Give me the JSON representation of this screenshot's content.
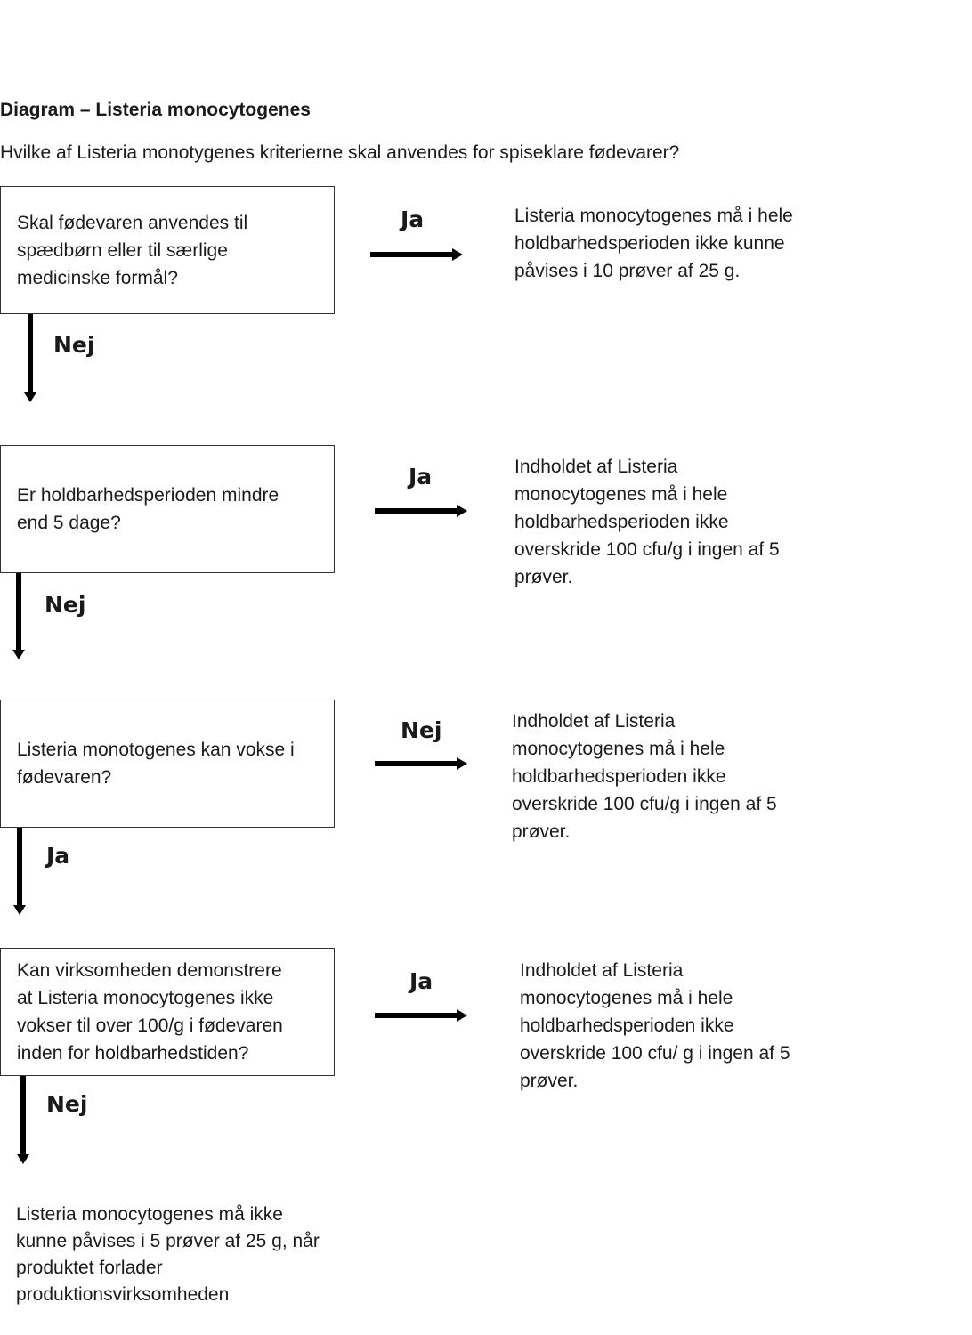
{
  "title": "Diagram  – Listeria monocytogenes",
  "question": "Hvilke af Listeria monotygenes kriterierne skal anvendes for spiseklare fødevarer?",
  "steps": [
    {
      "question": "Skal fødevaren anvendes til\nspædbørn eller til særlige\nmedicinske formål?",
      "side_label": "Ja",
      "result": "Listeria monocytogenes må i hele\nholdbarhedsperioden ikke kunne\npåvises i 10 prøver af 25 g.",
      "down_label": "Nej"
    },
    {
      "question": "Er holdbarhedsperioden mindre\nend 5 dage?",
      "side_label": "Ja",
      "result": "Indholdet af Listeria\nmonocytogenes  må i hele\nholdbarhedsperioden ikke\noverskride 100 cfu/g i  ingen af 5\nprøver.",
      "down_label": "Nej"
    },
    {
      "question": "Listeria monotogenes kan vokse i\nfødevaren?",
      "side_label": "Nej",
      "result": "Indholdet af Listeria\nmonocytogenes må i hele\nholdbarhedsperioden ikke\noverskride 100 cfu/g i  ingen af 5\nprøver.",
      "down_label": "Ja"
    },
    {
      "question": "Kan virksomheden demonstrere\nat Listeria monocytogenes ikke\nvokser til over 100/g i fødevaren\ninden for holdbarhedstiden?",
      "side_label": "Ja",
      "result": "Indholdet af Listeria\nmonocytogenes må i hele\nholdbarhedsperioden ikke\noverskride 100 cfu/ g i ingen af 5\nprøver.",
      "down_label": "Nej"
    }
  ],
  "final_result": "Listeria monocytogenes må ikke\nkunne påvises i 5 prøver af 25 g,  når\nproduktet forlader\nproduktionsvirksomheden"
}
